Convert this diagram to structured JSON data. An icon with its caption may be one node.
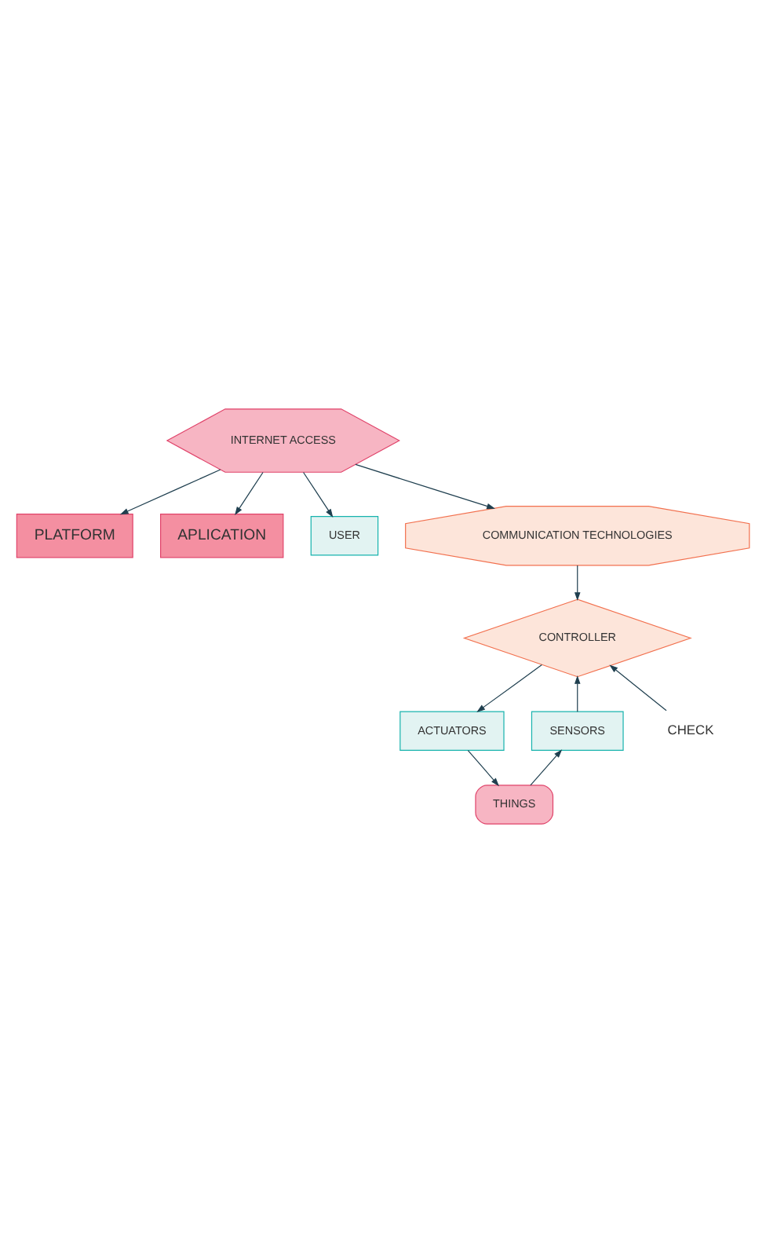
{
  "diagram": {
    "nodes": [
      {
        "text": [
          "PLATFORM"
        ]
      },
      {
        "text": [
          "APLICATION"
        ]
      },
      {
        "text": [
          "USER"
        ]
      },
      {
        "text": [
          "INTERNET ACCESS"
        ]
      },
      {
        "text": [
          "COMMUNICATION TECHNOLOGIES"
        ]
      },
      {
        "text": [
          "CONTROLLER"
        ]
      },
      {
        "text": [
          "SENSORS"
        ]
      },
      {
        "text": [
          "CHECK"
        ]
      },
      {
        "text": [
          "ACTUATORS"
        ]
      },
      {
        "text": [
          "THINGS"
        ]
      }
    ],
    "edges": [
      {
        "from": 3,
        "to": 0,
        "arrow": "to"
      },
      {
        "from": 3,
        "to": 1,
        "arrow": "to"
      },
      {
        "from": 3,
        "to": 2,
        "arrow": "to"
      },
      {
        "from": 3,
        "to": 4,
        "arrow": "to"
      },
      {
        "from": 4,
        "to": 5,
        "arrow": "to"
      },
      {
        "from": 6,
        "to": 5,
        "arrow": "to"
      },
      {
        "from": 5,
        "to": 8,
        "arrow": "to"
      },
      {
        "from": 7,
        "to": 5,
        "arrow": "to"
      },
      {
        "from": 8,
        "to": 9,
        "arrow": "to"
      },
      {
        "from": 9,
        "to": 6,
        "arrow": "to"
      }
    ]
  }
}
